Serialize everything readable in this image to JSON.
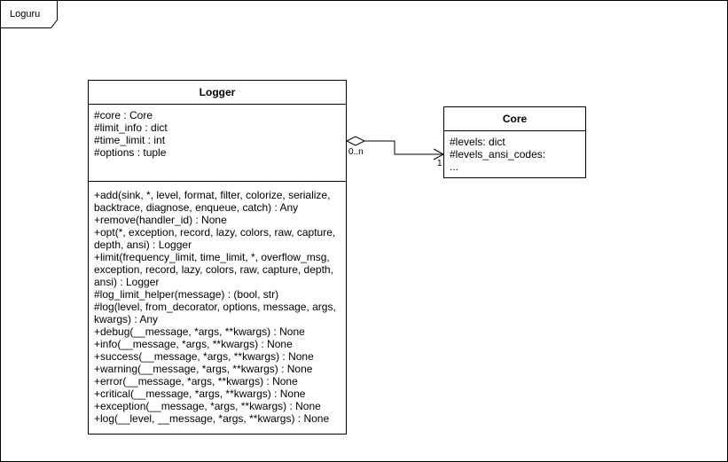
{
  "frame": {
    "label": "Loguru"
  },
  "logger": {
    "name": "Logger",
    "attributes": [
      "#core : Core",
      "#limit_info : dict",
      "#time_limit : int",
      "#options : tuple"
    ],
    "methods": [
      "+add(sink, *, level, format, filter, colorize, serialize,",
      "backtrace, diagnose, enqueue, catch) : Any",
      "+remove(handler_id) : None",
      "+opt(*, exception, record, lazy, colors, raw, capture,",
      "depth, ansi) : Logger",
      "+limit(frequency_limit, time_limit, *, overflow_msg,",
      "exception, record, lazy, colors, raw, capture, depth,",
      "ansi) : Logger",
      "#log_limit_helper(message) : (bool, str)",
      "#log(level, from_decorator, options, message, args,",
      "kwargs) : Any",
      "+debug(__message, *args, **kwargs) : None",
      "+info(__message, *args, **kwargs) : None",
      "+success(__message, *args, **kwargs) : None",
      "+warning(__message, *args, **kwargs) : None",
      "+error(__message, *args, **kwargs) : None",
      "+critical(__message, *args, **kwargs) : None",
      "+exception(__message, *args, **kwargs) : None",
      "+log(__level, __message, *args, **kwargs) : None"
    ]
  },
  "core": {
    "name": "Core",
    "attributes": [
      "#levels: dict",
      "#levels_ansi_codes:",
      "..."
    ]
  },
  "association": {
    "source_multiplicity": "0..n",
    "target_multiplicity": "1"
  }
}
